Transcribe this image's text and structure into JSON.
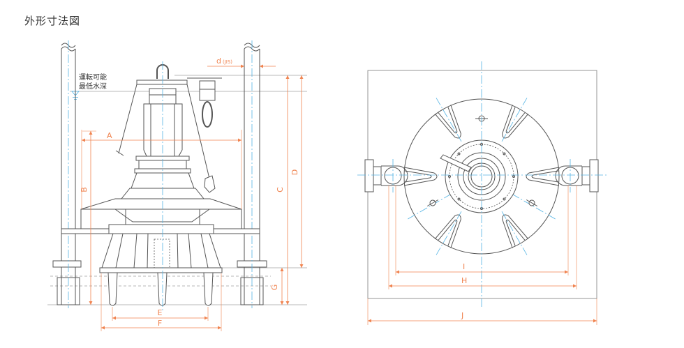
{
  "page": {
    "title": "外形寸法図"
  },
  "side_view": {
    "water_note_line1": "運転可能",
    "water_note_line2": "最低水深",
    "d_label": "d",
    "d_sub": "(JIS)",
    "dim_labels": {
      "A": "A",
      "B": "B",
      "C": "C",
      "D": "D",
      "E": "E",
      "F": "F",
      "G": "G"
    }
  },
  "plan_view": {
    "dim_labels": {
      "I": "I",
      "H": "H",
      "J": "J"
    }
  },
  "colors": {
    "dimension": "#f0834f",
    "centerline": "#55b4e4",
    "outline": "#555555"
  }
}
